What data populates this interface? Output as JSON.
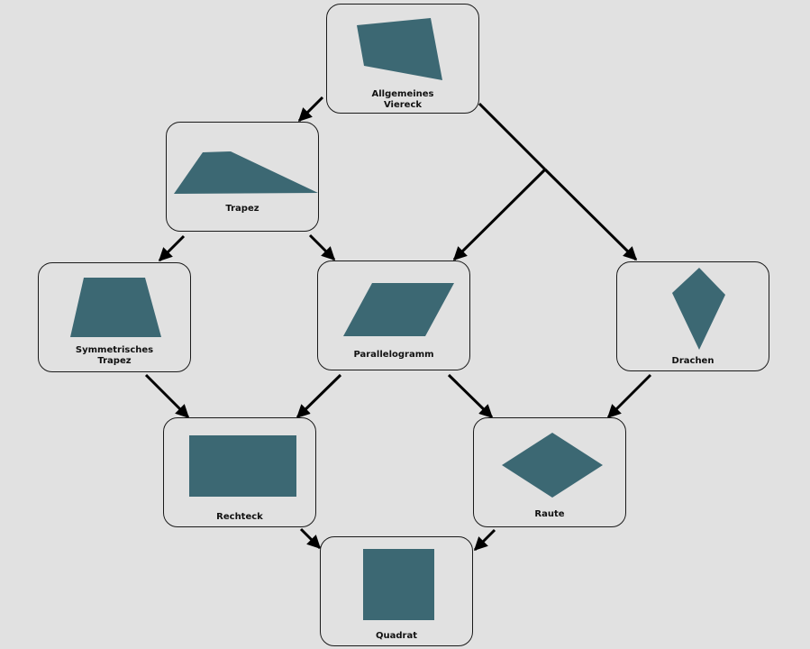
{
  "diagram": {
    "shape_color": "#3c6873",
    "nodes": {
      "allgemeines_viereck": {
        "label": "Allgemeines\nViereck"
      },
      "trapez": {
        "label": "Trapez"
      },
      "symmetrisches_trapez": {
        "label": "Symmetrisches\nTrapez"
      },
      "parallelogramm": {
        "label": "Parallelogramm"
      },
      "drachen": {
        "label": "Drachen"
      },
      "rechteck": {
        "label": "Rechteck"
      },
      "raute": {
        "label": "Raute"
      },
      "quadrat": {
        "label": "Quadrat"
      }
    },
    "edges": [
      {
        "from": "Allgemeines Viereck",
        "to": "Trapez"
      },
      {
        "from": "Allgemeines Viereck",
        "to": "Parallelogramm"
      },
      {
        "from": "Allgemeines Viereck",
        "to": "Drachen"
      },
      {
        "from": "Trapez",
        "to": "Symmetrisches Trapez"
      },
      {
        "from": "Trapez",
        "to": "Parallelogramm"
      },
      {
        "from": "Symmetrisches Trapez",
        "to": "Rechteck"
      },
      {
        "from": "Parallelogramm",
        "to": "Rechteck"
      },
      {
        "from": "Parallelogramm",
        "to": "Raute"
      },
      {
        "from": "Drachen",
        "to": "Raute"
      },
      {
        "from": "Rechteck",
        "to": "Quadrat"
      },
      {
        "from": "Raute",
        "to": "Quadrat"
      }
    ]
  }
}
